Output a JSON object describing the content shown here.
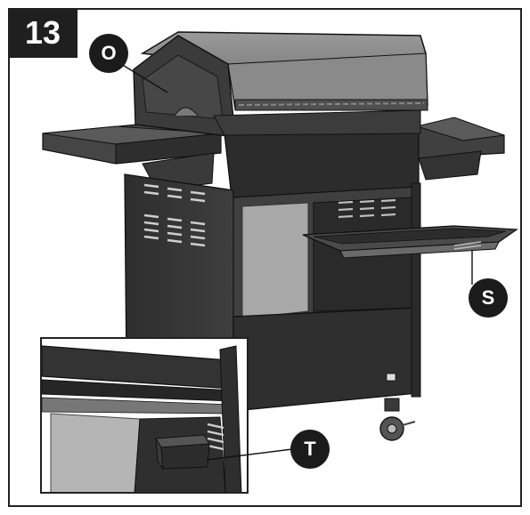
{
  "step": {
    "number": "13"
  },
  "callouts": {
    "o": "O",
    "s": "S",
    "t": "T"
  },
  "colors": {
    "badge": "#1f1f1f",
    "callout": "#1b1b1b",
    "grill_dark": "#3a3a3a",
    "grill_mid": "#5e5e5e",
    "grill_light": "#8c8c8c"
  }
}
